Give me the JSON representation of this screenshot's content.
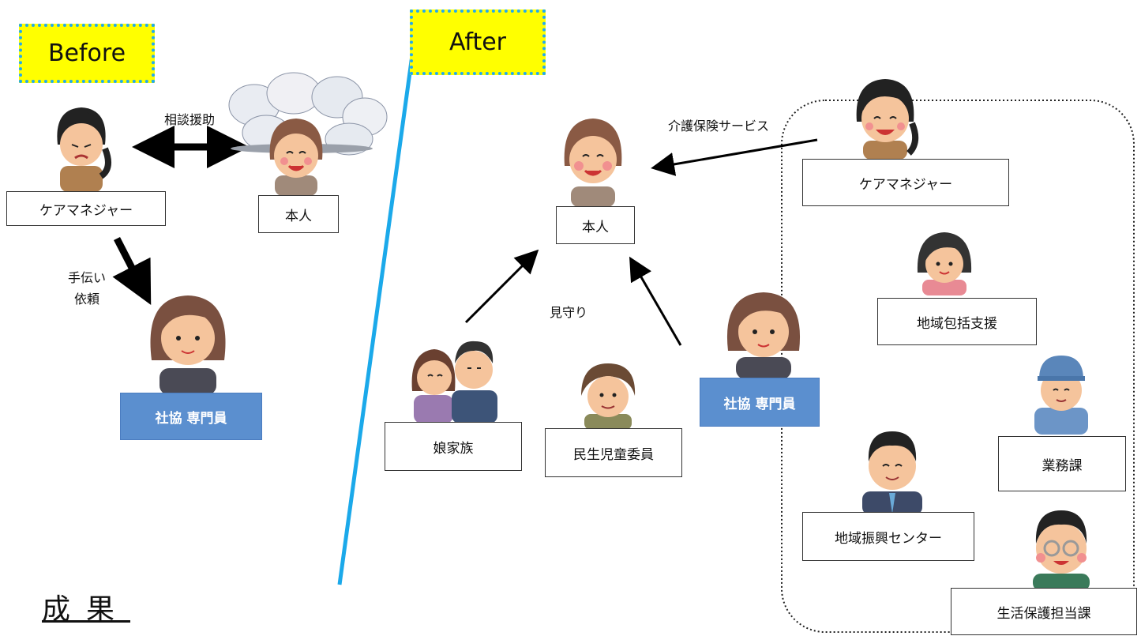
{
  "before": {
    "tag": "Before",
    "consult_label": "相談援助",
    "request_label_line1": "手伝い",
    "request_label_line2": "依頼",
    "caremanager": "ケアマネジャー",
    "self": "本人",
    "shakyo": "社協 専門員"
  },
  "after": {
    "tag": "After",
    "service_label": "介護保険サービス",
    "watch_label": "見守り",
    "self": "本人",
    "family": "娘家族",
    "welfare_commissioner": "民生児童委員",
    "shakyo": "社協 専門員",
    "caremanager": "ケアマネジャー",
    "community_support": "地域包括支援",
    "business_section": "業務課",
    "regional_center": "地域振興センター",
    "livelihood_section": "生活保護担当課"
  },
  "footer": {
    "title": "成果"
  },
  "colors": {
    "tag_fill": "#ffff00",
    "tag_border": "#22aaee",
    "divider": "#1ba9ea",
    "shakyo_fill": "#5b8fcf"
  }
}
